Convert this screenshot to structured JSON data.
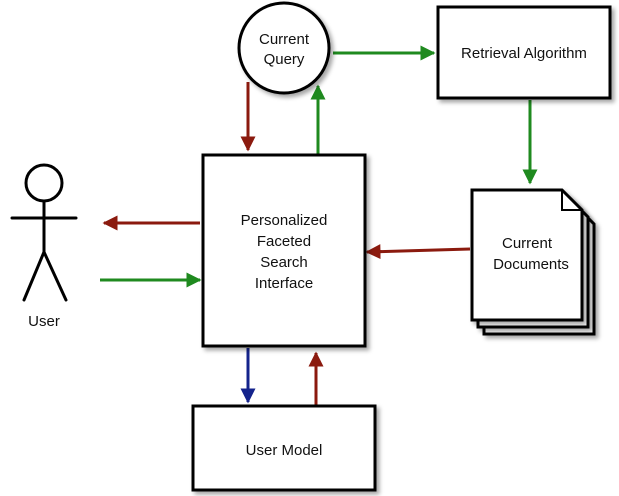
{
  "nodes": {
    "current_query": {
      "line1": "Current",
      "line2": "Query"
    },
    "retrieval_algorithm": {
      "label": "Retrieval Algorithm"
    },
    "interface": {
      "line1": "Personalized",
      "line2": "Faceted",
      "line3": "Search",
      "line4": "Interface"
    },
    "current_documents": {
      "line1": "Current",
      "line2": "Documents"
    },
    "user_model": {
      "label": "User Model"
    },
    "user": {
      "label": "User"
    }
  },
  "colors": {
    "red_arrow": "#8b1a0e",
    "green_arrow": "#1f8a1f",
    "blue_arrow": "#14238c",
    "outline": "#000000"
  }
}
